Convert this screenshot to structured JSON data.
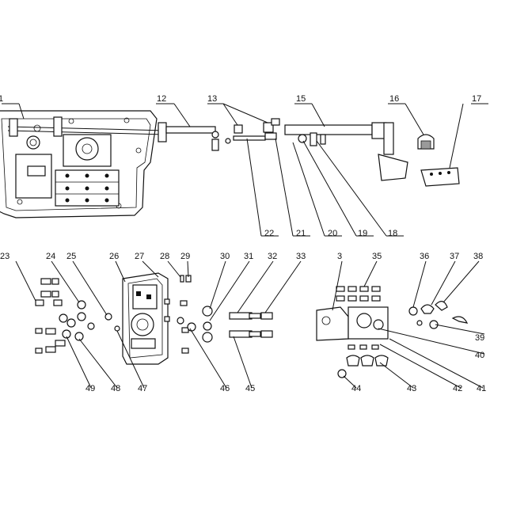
{
  "callouts": {
    "1": "1",
    "3": "3",
    "12": "12",
    "13": "13",
    "15": "15",
    "16": "16",
    "17": "17",
    "18": "18",
    "19": "19",
    "20": "20",
    "21": "21",
    "22": "22",
    "23": "23",
    "24": "24",
    "25": "25",
    "26": "26",
    "27": "27",
    "28": "28",
    "29": "29",
    "30": "30",
    "31": "31",
    "32": "32",
    "33": "33",
    "35": "35",
    "36": "36",
    "37": "37",
    "38": "38",
    "39": "39",
    "40": "40",
    "41": "41",
    "42": "42",
    "43": "43",
    "44": "44",
    "45": "45",
    "46": "46",
    "47": "47",
    "48": "48",
    "49": "49"
  }
}
